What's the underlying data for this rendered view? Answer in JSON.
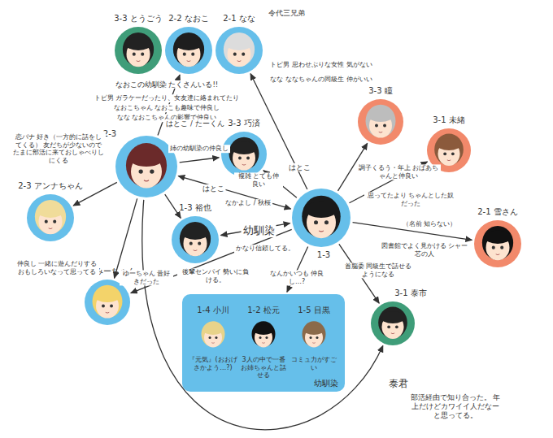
{
  "diagram": {
    "nodes": [
      {
        "text": [
          "3-3 とうごう"
        ]
      },
      {
        "text": [
          "2-2 なおこ"
        ]
      },
      {
        "text": [
          "2-1 なな"
        ]
      },
      {
        "text": [
          "2-3"
        ]
      },
      {
        "text": [
          "3-3 巧済"
        ]
      },
      {
        "text": [
          "3-3 瞳"
        ]
      },
      {
        "text": [
          "3-1 未緒"
        ]
      },
      {
        "text": [
          "2-3 アンナちゃん"
        ]
      },
      {
        "text": [
          "1-3 裕也"
        ]
      },
      {
        "text": [
          "1-3"
        ]
      },
      {
        "text": [
          "2-1 雪さん"
        ]
      },
      {
        "text": [
          "2-3 みーちゃん"
        ]
      },
      {
        "text": [
          "幼馴染"
        ]
      },
      {
        "text": [
          "1-4 小川",
          "『元気』(おおげさかよう…?)"
        ],
        "in": 12
      },
      {
        "text": [
          "1-2 松元",
          "3人の中で一番 お姉ちゃんと話せる"
        ],
        "in": 12
      },
      {
        "text": [
          "1-5 目黒",
          "コミュ力がすごい"
        ],
        "in": 12
      },
      {
        "text": [
          "3-1 泰市"
        ]
      }
    ],
    "edges": [
      {
        "from": 3,
        "to": 1,
        "arrow": "to"
      },
      {
        "from": 3,
        "to": 4,
        "arrow": "to",
        "label": "姉の幼馴染の仲良し"
      },
      {
        "from": 3,
        "to": 7,
        "arrow": "to",
        "label": "恋バナ 好き（一方的に話をしてくる） 友だちが少ないので たまに部活に来ておしゃべりしにくる"
      },
      {
        "from": 3,
        "to": 8,
        "arrow": "to",
        "label": "ゆーちゃん 昔好きだった"
      },
      {
        "from": 3,
        "to": 11,
        "arrow": "to",
        "label": "仲良し 一緒に遊んだりする おもしろいなって思ってる"
      },
      {
        "from": 3,
        "to": 9,
        "arrow": "both",
        "label": "なかよし / 秋桜"
      },
      {
        "from": 3,
        "to": 16,
        "arrow": "to"
      },
      {
        "from": 9,
        "to": 2,
        "arrow": "to"
      },
      {
        "from": 9,
        "to": 4,
        "arrow": "to",
        "label": "複雑 とても仲良い"
      },
      {
        "from": 9,
        "to": 5,
        "arrow": "to",
        "label": "調子くるう・年上 おばあちゃんと仲良い"
      },
      {
        "from": 9,
        "to": 6,
        "arrow": "to",
        "label": "思ってたより ちゃんとした奴だった"
      },
      {
        "from": 9,
        "to": 10,
        "arrow": "to",
        "label": "図書館でよく見かける シャー芯の人"
      },
      {
        "from": 9,
        "to": 8,
        "arrow": "both",
        "label": "幼馴染"
      },
      {
        "from": 9,
        "to": 11,
        "arrow": "to",
        "label": "後輩センパイ 勢いに負ける。"
      },
      {
        "from": 9,
        "to": 12,
        "arrow": "to",
        "label": "なんかいつも 仲良し…?"
      },
      {
        "from": 9,
        "to": 16,
        "arrow": "to",
        "label": "首脳委 同級生で話せるようになる"
      }
    ],
    "labels": [
      "令代三兄弟",
      "なおこの幼馴染 たくさんいる!!",
      "トピ男 ガラケーだったり、女友達に絡まれてたり",
      "なおこちゃん なおこも趣味で仲良し",
      "なな なおこちゃんの影響で仲良い",
      "トピ男 思わせぶりな女性 気がない",
      "なな ななちゃんの同級生 仲がいい",
      "はとこ / たーくん",
      "はとこ",
      "はとこ",
      "かなり信頼してる。",
      "（名前 知らない）",
      "泰君",
      "部活経由で知り合った。 年上だけどカワイイ人だなーと思ってる。"
    ]
  }
}
